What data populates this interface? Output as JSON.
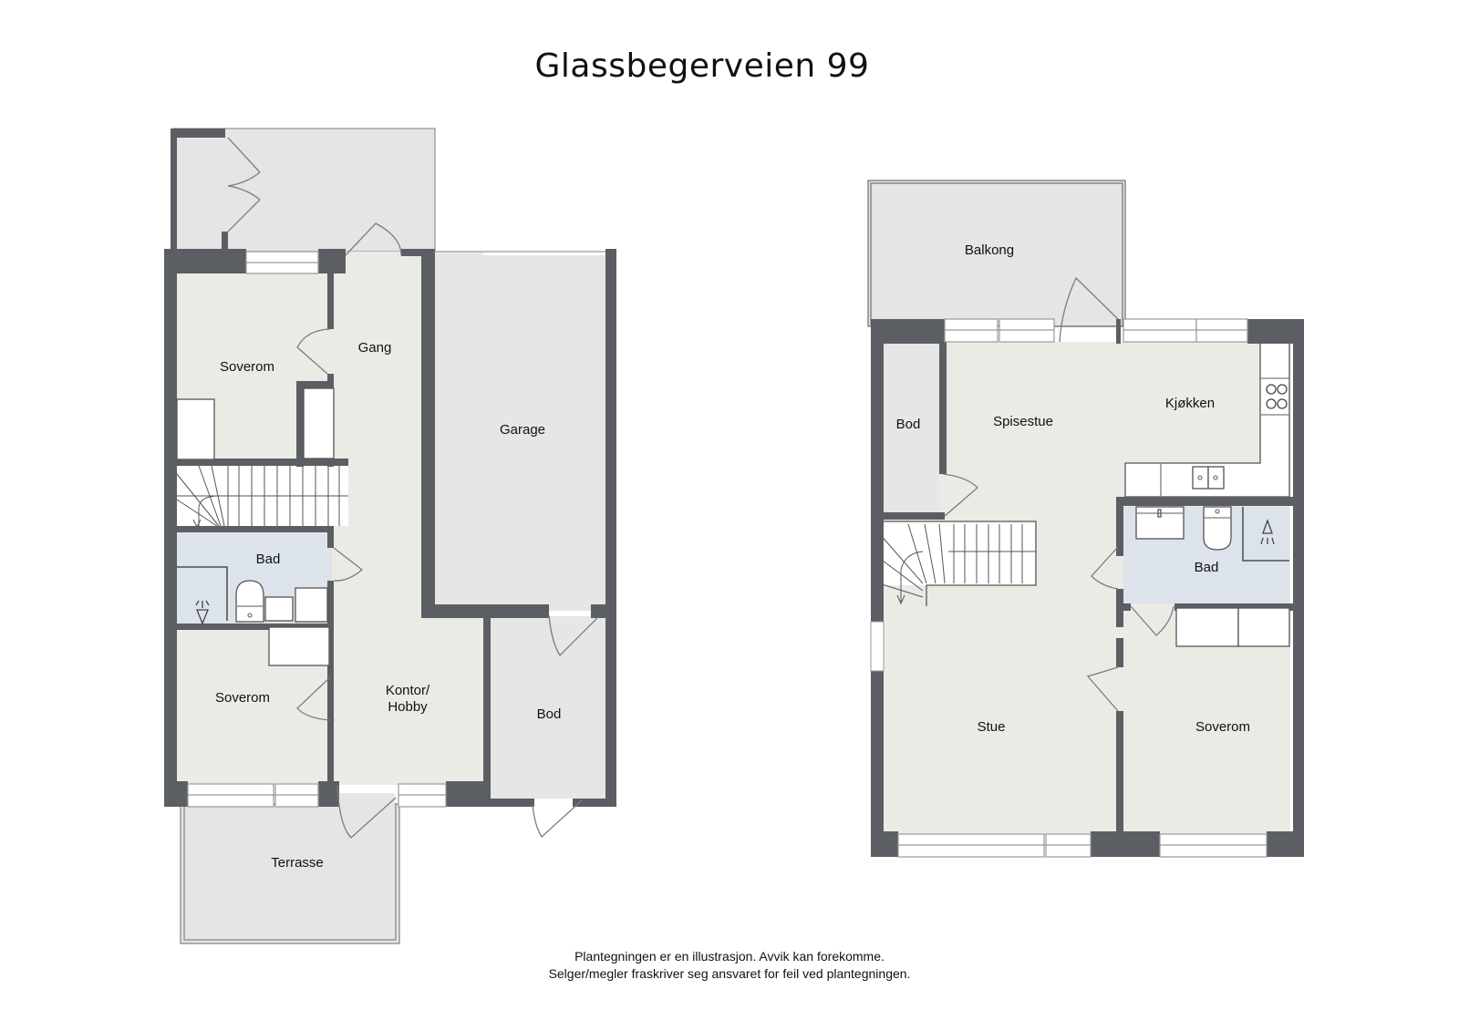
{
  "title": "Glassbegerveien 99",
  "disclaimer": {
    "line1": "Plantegningen er en illustrasjon. Avvik kan forekomme.",
    "line2": "Selger/megler fraskriver seg ansvaret for feil ved plantegningen."
  },
  "floors": [
    {
      "name": "lower-floor",
      "rooms": {
        "soverom_top": "Soverom",
        "gang": "Gang",
        "garage": "Garage",
        "bad": "Bad",
        "soverom_bottom": "Soverom",
        "kontor_line1": "Kontor/",
        "kontor_line2": "Hobby",
        "bod": "Bod",
        "terrasse": "Terrasse"
      }
    },
    {
      "name": "upper-floor",
      "rooms": {
        "balkong": "Balkong",
        "bod": "Bod",
        "spisestue": "Spisestue",
        "kjokken": "Kjøkken",
        "bad": "Bad",
        "stue": "Stue",
        "soverom": "Soverom"
      }
    }
  ],
  "colors": {
    "wall": "#5b5e63",
    "floor": "#ebebe6",
    "outdoor": "#e5e5e5",
    "bath": "#dde3ea"
  }
}
